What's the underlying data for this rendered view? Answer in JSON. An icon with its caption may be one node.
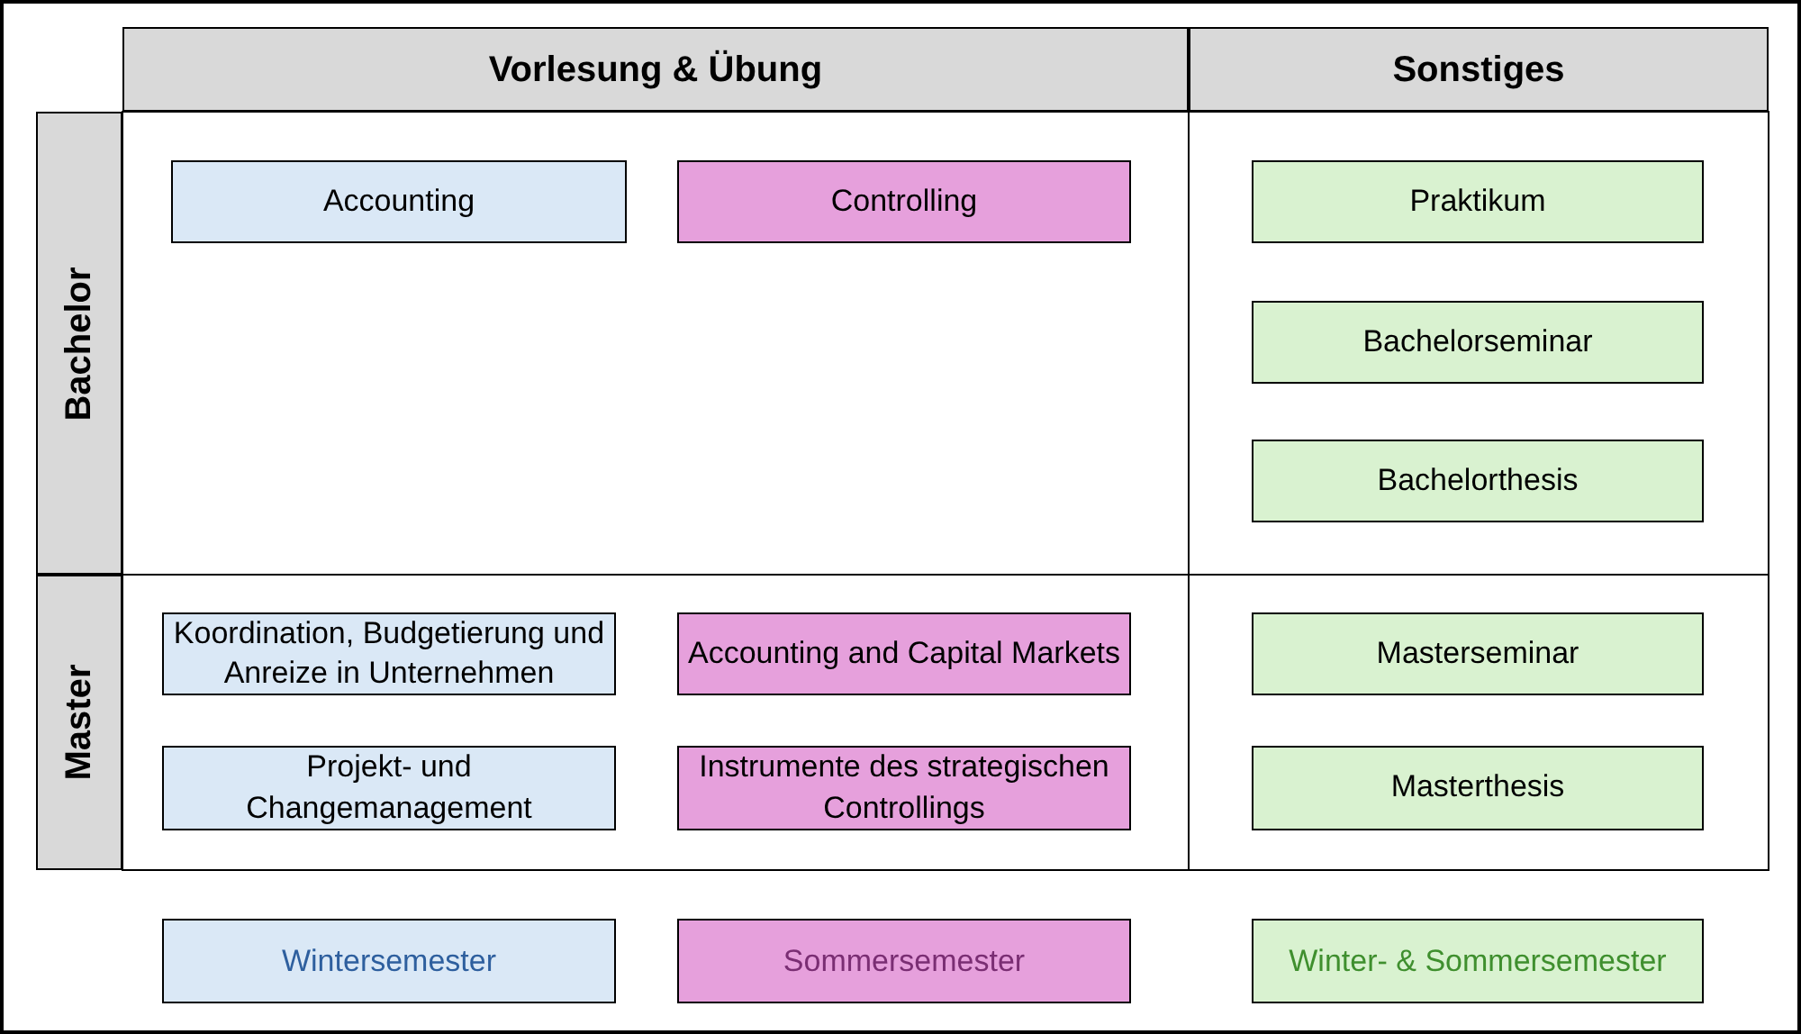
{
  "diagram": {
    "nodes": [
      {
        "text": [
          "Vorlesung & Übung"
        ]
      },
      {
        "text": [
          "Sonstiges"
        ]
      },
      {
        "text": [
          "Bachelor"
        ]
      },
      {
        "text": [
          "Master"
        ]
      },
      {
        "text": [
          "Accounting"
        ]
      },
      {
        "text": [
          "Controlling"
        ]
      },
      {
        "text": [
          "Praktikum"
        ]
      },
      {
        "text": [
          "Bachelorseminar"
        ]
      },
      {
        "text": [
          "Bachelorthesis"
        ]
      },
      {
        "text": [
          "Koordination, Budgetierung und Anreize in Unternehmen"
        ]
      },
      {
        "text": [
          "Accounting and Capital Markets"
        ]
      },
      {
        "text": [
          "Masterseminar"
        ]
      },
      {
        "text": [
          "Projekt- und Changemanagement"
        ]
      },
      {
        "text": [
          "Instrumente des strategischen Controllings"
        ]
      },
      {
        "text": [
          "Masterthesis"
        ]
      }
    ],
    "legend": [
      {
        "text": "Wintersemester",
        "color": "#dae8f6"
      },
      {
        "text": "Sommersemester",
        "color": "#e6a0dc"
      },
      {
        "text": "Winter- & Sommersemester",
        "color": "#d9f2d0"
      }
    ]
  }
}
